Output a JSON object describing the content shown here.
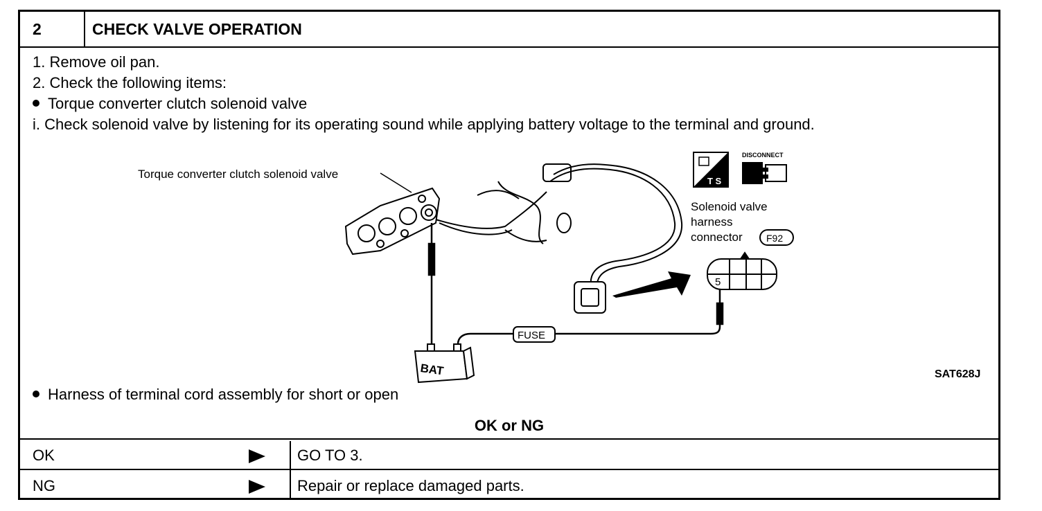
{
  "header": {
    "step": "2",
    "title": "CHECK VALVE OPERATION"
  },
  "instructions": [
    "1.  Remove oil pan.",
    "2.  Check the following items:",
    "Torque converter clutch solenoid valve",
    "i.  Check solenoid valve by listening for its operating sound while applying battery voltage to the terminal and ground."
  ],
  "diagram": {
    "callout": "Torque converter clutch solenoid valve",
    "disconnect_label": "DISCONNECT",
    "ts_label": "T S",
    "connector_label_lines": [
      "Solenoid valve",
      "harness",
      "connector"
    ],
    "connector_code": "F92",
    "terminal": "5",
    "fuse_label": "FUSE",
    "battery_label": "BAT",
    "figure_id": "SAT628J"
  },
  "item3": "Harness of terminal cord assembly for short or open",
  "result_header": "OK or NG",
  "results": [
    {
      "label": "OK",
      "action": "GO TO 3."
    },
    {
      "label": "NG",
      "action": "Repair or replace damaged parts."
    }
  ]
}
